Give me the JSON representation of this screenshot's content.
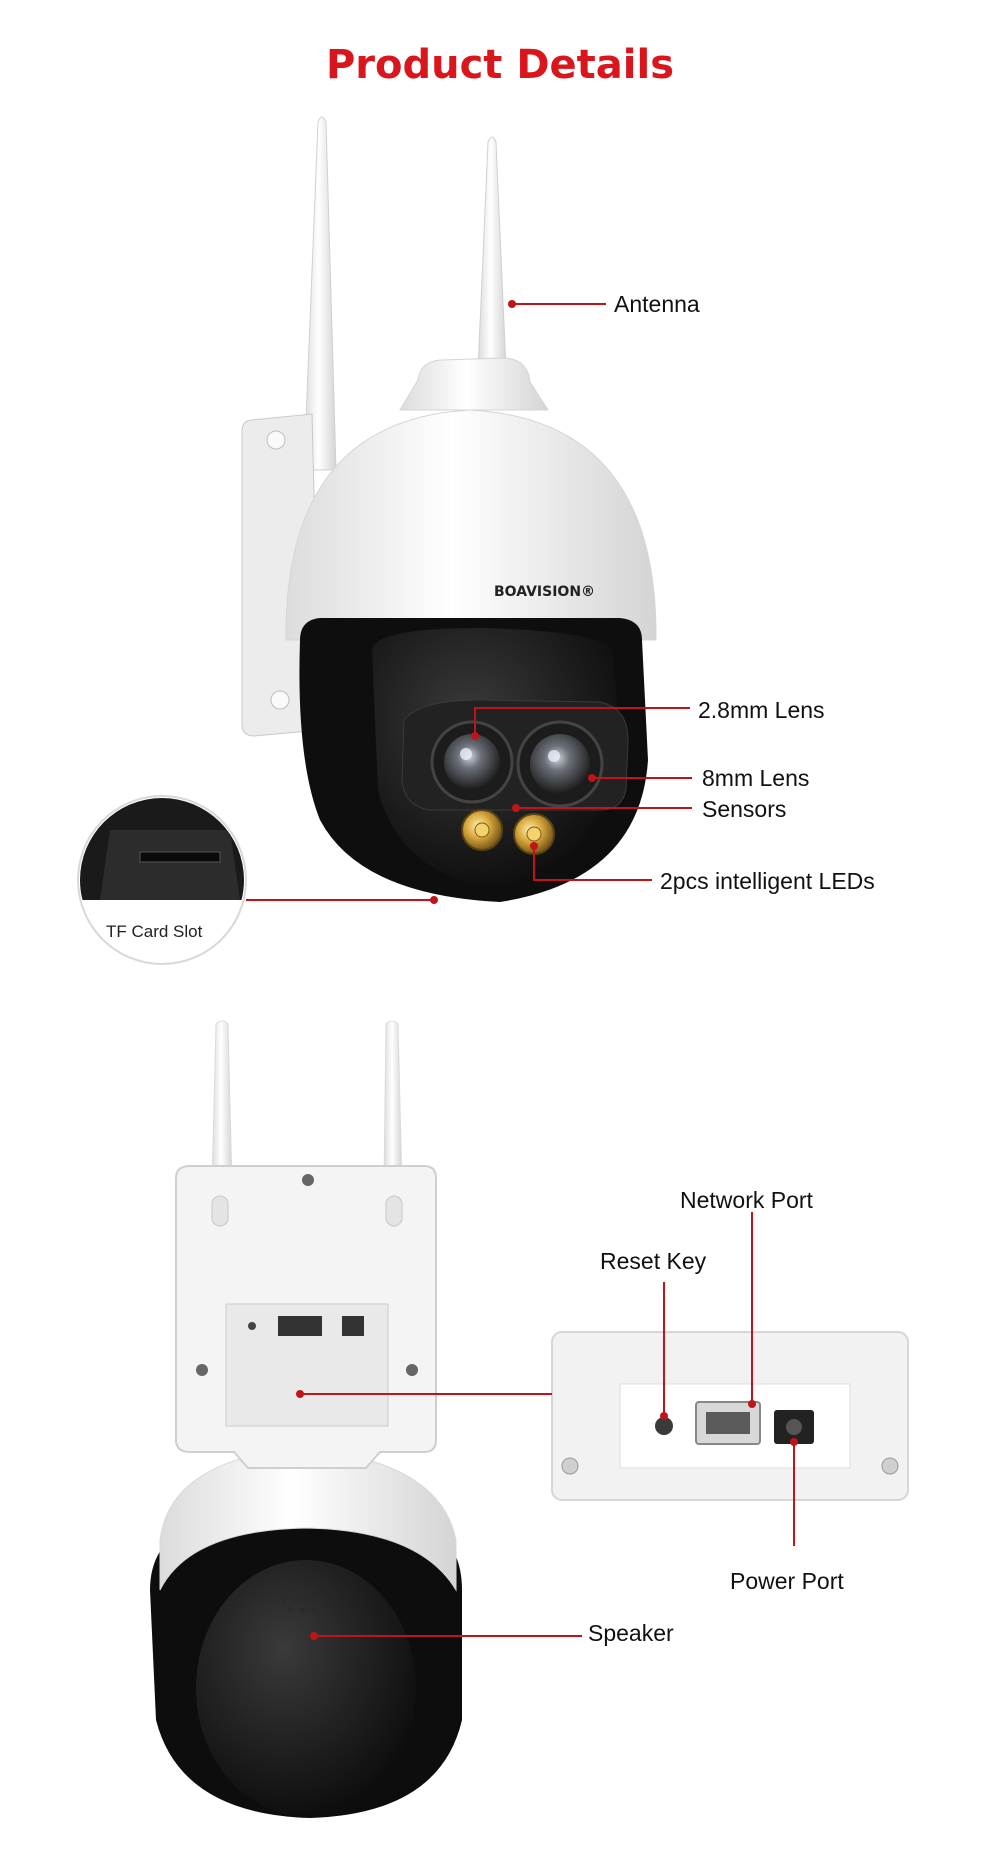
{
  "title": "Product Details",
  "brand_logo": "BOAVISION",
  "colors": {
    "accent": "#d9161c",
    "camera_white": "#f2f2f2",
    "camera_black": "#101010"
  },
  "top_view": {
    "callouts": [
      {
        "id": "antenna",
        "label": "Antenna"
      },
      {
        "id": "lens-28",
        "label": "2.8mm Lens"
      },
      {
        "id": "lens-8",
        "label": "8mm Lens"
      },
      {
        "id": "sensors",
        "label": "Sensors"
      },
      {
        "id": "leds",
        "label": "2pcs intelligent LEDs"
      }
    ],
    "inset": {
      "label": "TF Card Slot"
    }
  },
  "back_view": {
    "callouts": [
      {
        "id": "network",
        "label": "Network Port"
      },
      {
        "id": "reset",
        "label": "Reset Key"
      },
      {
        "id": "power",
        "label": "Power Port"
      },
      {
        "id": "speaker",
        "label": "Speaker"
      }
    ]
  }
}
